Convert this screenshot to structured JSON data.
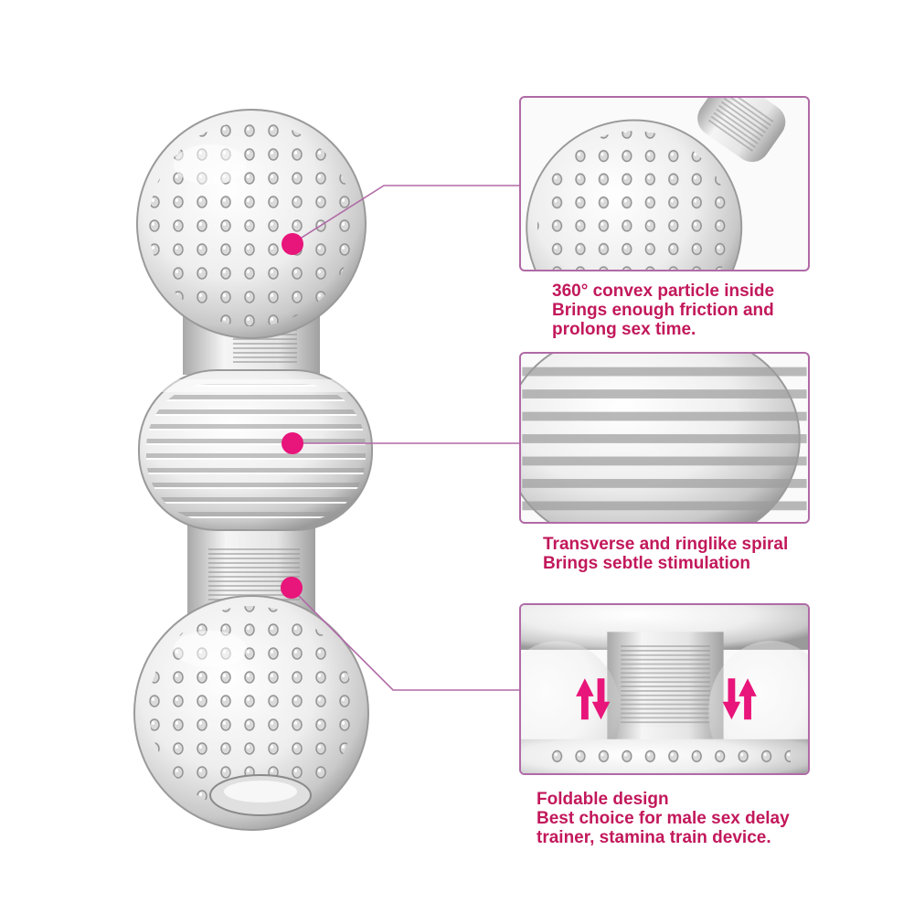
{
  "colors": {
    "accent": "#e8157a",
    "leader": "#b06aa6",
    "caption": "#c2185b"
  },
  "features": [
    {
      "name": "particle",
      "lines": [
        "360° convex particle inside",
        "Brings enough friction and",
        "prolong sex time."
      ]
    },
    {
      "name": "spiral",
      "lines": [
        "Transverse and ringlike spiral",
        "Brings sebtle stimulation"
      ]
    },
    {
      "name": "foldable",
      "lines": [
        "Foldable design",
        "Best choice for male sex delay",
        "trainer, stamina train device."
      ]
    }
  ]
}
